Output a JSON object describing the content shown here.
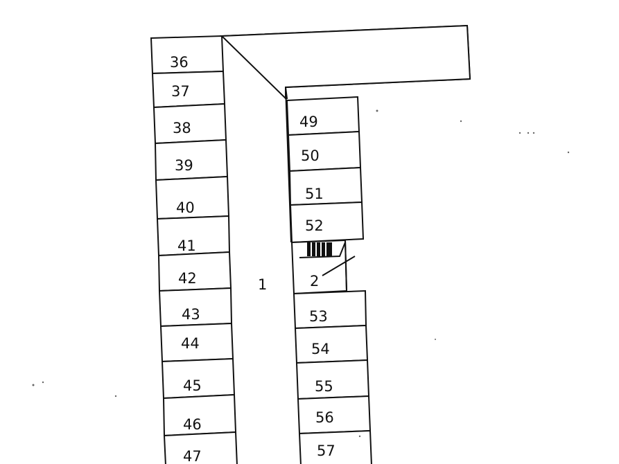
{
  "plan": {
    "corridor_label": "1",
    "stair_label": "2",
    "left_rooms": [
      "36",
      "37",
      "38",
      "39",
      "40",
      "41",
      "42",
      "43",
      "44",
      "45",
      "46",
      "47"
    ],
    "right_rooms_upper": [
      "49",
      "50",
      "51",
      "52"
    ],
    "right_rooms_lower": [
      "53",
      "54",
      "55",
      "56",
      "57"
    ]
  }
}
